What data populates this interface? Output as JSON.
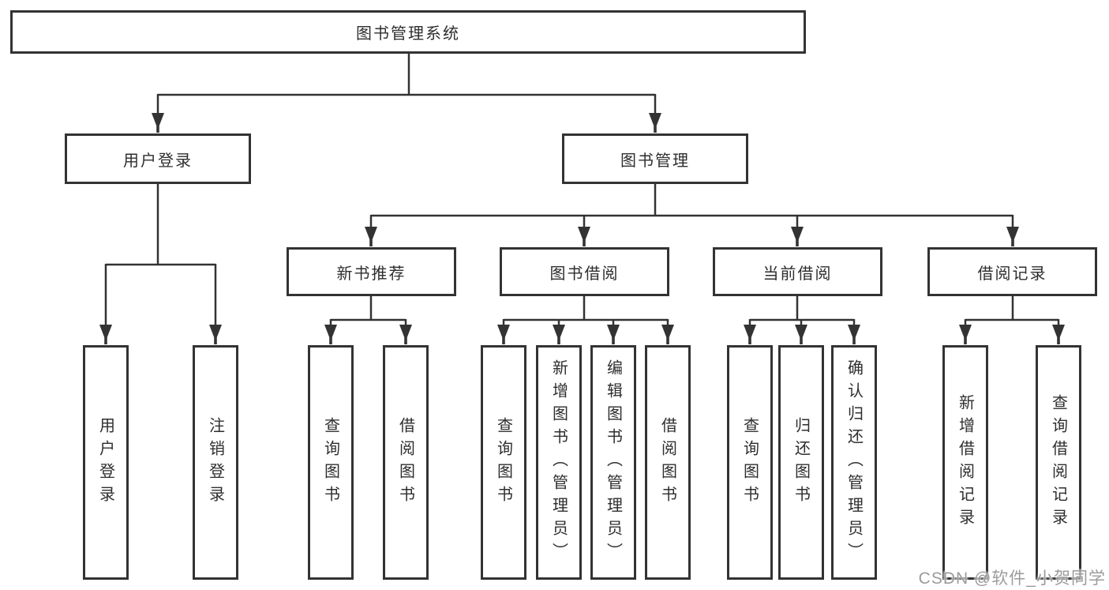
{
  "tree": {
    "label": "图书管理系统",
    "children": [
      {
        "label": "用户登录",
        "children": [
          {
            "label": "用户登录"
          },
          {
            "label": "注销登录"
          }
        ]
      },
      {
        "label": "图书管理",
        "children": [
          {
            "label": "新书推荐",
            "children": [
              {
                "label": "查询图书"
              },
              {
                "label": "借阅图书"
              }
            ]
          },
          {
            "label": "图书借阅",
            "children": [
              {
                "label": "查询图书"
              },
              {
                "label": "新增图书（管理员）"
              },
              {
                "label": "编辑图书（管理员）"
              },
              {
                "label": "借阅图书"
              }
            ]
          },
          {
            "label": "当前借阅",
            "children": [
              {
                "label": "查询图书"
              },
              {
                "label": "归还图书"
              },
              {
                "label": "确认归还（管理员）"
              }
            ]
          },
          {
            "label": "借阅记录",
            "children": [
              {
                "label": "新增借阅记录"
              },
              {
                "label": "查询借阅记录"
              }
            ]
          }
        ]
      }
    ]
  },
  "watermark": {
    "text": "CSDN @软件_小贺同学"
  },
  "colors": {
    "line": "#333333",
    "box_border": "#333333",
    "box_background": "#ffffff",
    "text": "#2e2e2e",
    "watermark": "#9b9b9b",
    "page_background": "#ffffff"
  }
}
